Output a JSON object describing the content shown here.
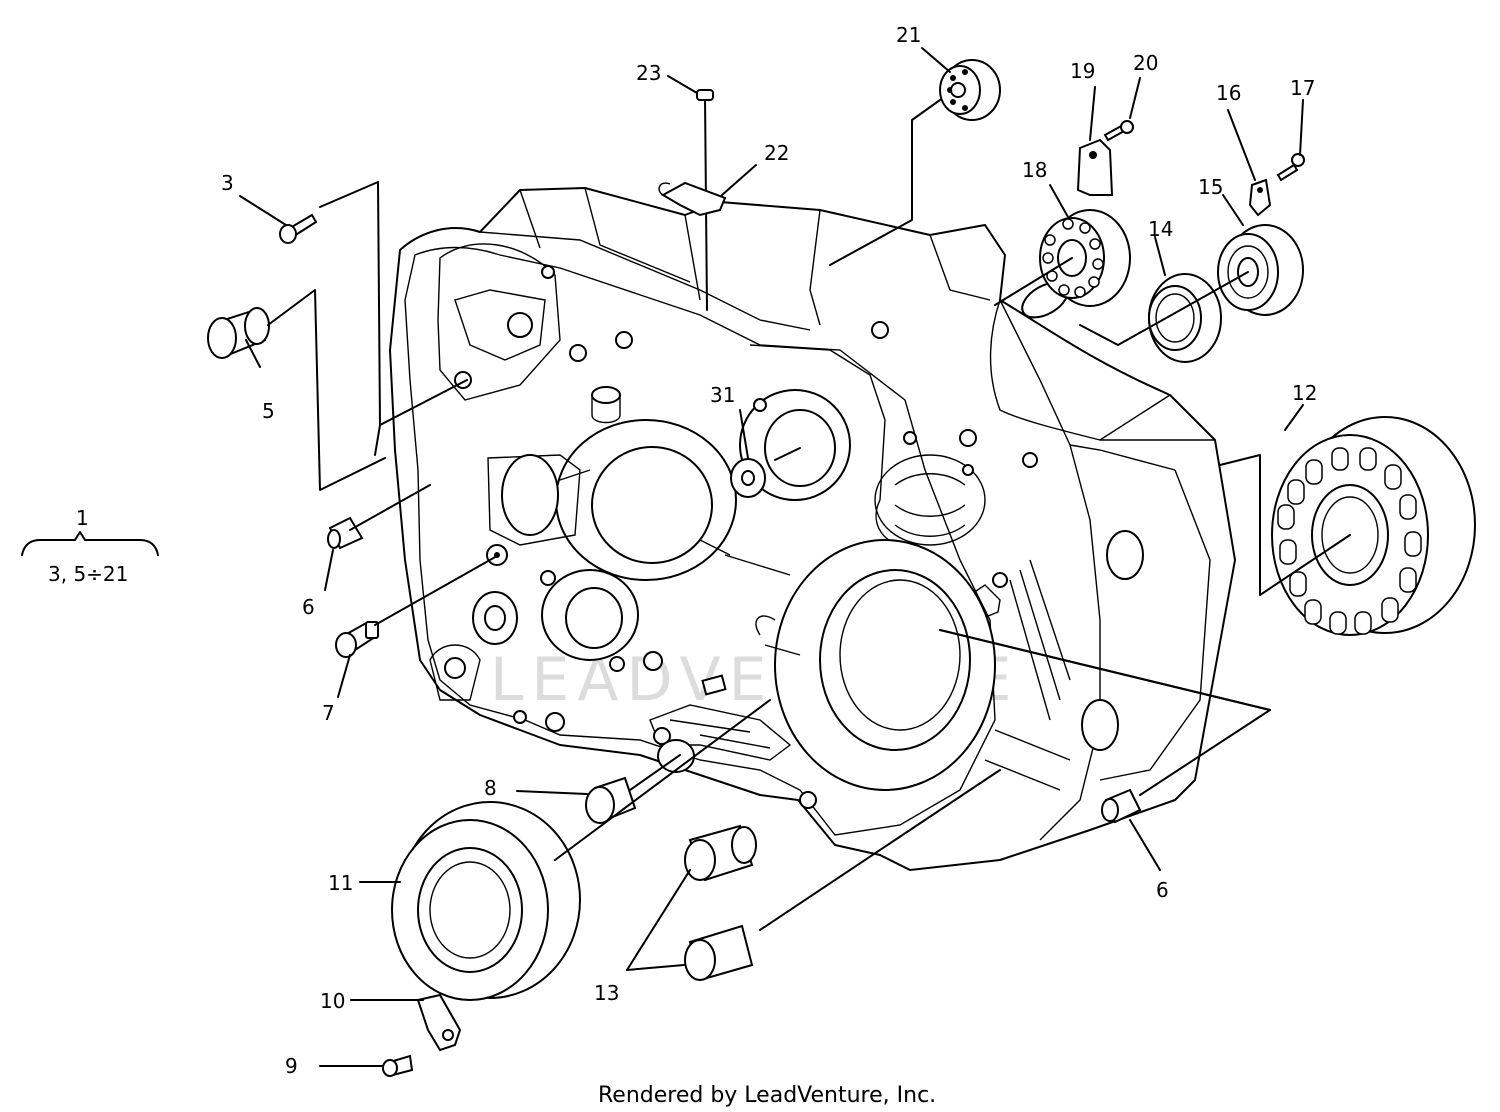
{
  "group_label": {
    "number": "1",
    "range": "3, 5÷21"
  },
  "callouts": [
    "23",
    "21",
    "19",
    "20",
    "16",
    "17",
    "22",
    "3",
    "18",
    "15",
    "14",
    "5",
    "31",
    "12",
    "6",
    "7",
    "8",
    "11",
    "13",
    "10",
    "9",
    "6"
  ],
  "watermark": "LEADVENTURE",
  "footer": "Rendered by LeadVenture, Inc."
}
